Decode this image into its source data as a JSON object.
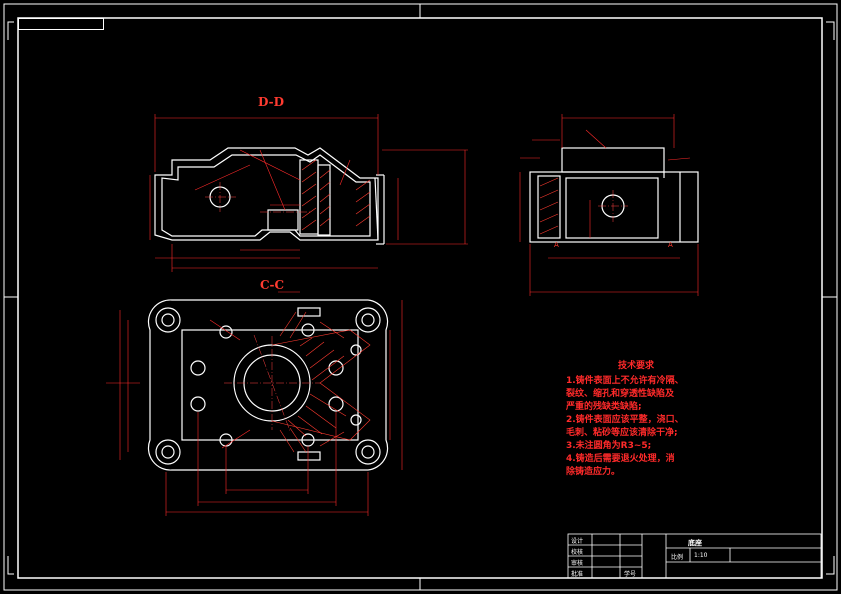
{
  "frame": {
    "label": "",
    "stroke": "#ffffff",
    "background": "#000000"
  },
  "colors": {
    "geometry": "#ffffff",
    "dimension": "#ff2a2a",
    "hatch": "#ff3b30",
    "centerline": "#ff4040"
  },
  "views": {
    "dd_title": "D-D",
    "cc_title": "C-C",
    "side_left_marker": "A",
    "side_right_marker": "A"
  },
  "tech_requirements": {
    "title": "技术要求",
    "lines": [
      "1.铸件表面上不允许有冷隔、",
      "裂纹、缩孔和穿透性缺陷及",
      "严重的残缺类缺陷;",
      "2.铸件表面应该平整，浇口、",
      "毛刺、粘砂等应该清除干净;",
      "3.未注圆角为R3~5;",
      "4.铸造后需要退火处理，消",
      "除铸造应力。"
    ]
  },
  "title_block": {
    "part_name": "底座",
    "scale_label": "比例",
    "scale_value": "1:10",
    "company": "",
    "rows": [
      "设计",
      "校核",
      "审核",
      "批准"
    ],
    "date_label": "",
    "sheet_label": "学号"
  }
}
